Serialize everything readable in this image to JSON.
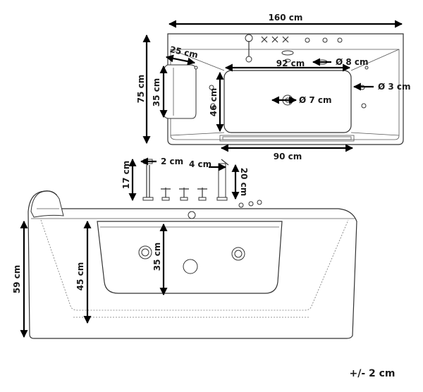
{
  "labels": {
    "top_width": "160 cm",
    "top_depth": "75 cm",
    "pillow_width": "25 cm",
    "pillow_height": "35 cm",
    "basin_length": "92 cm",
    "basin_width": "46 cm",
    "basin_bottom": "90 cm",
    "overflow_diameter": "Ø 8 cm",
    "jet_small_diameter": "Ø 3 cm",
    "drain_diameter": "Ø 7 cm",
    "spout_offset": "2 cm",
    "spout_height": "17 cm",
    "shower_offset": "4 cm",
    "shower_height": "20 cm",
    "tub_height": "59 cm",
    "inner_depth": "45 cm",
    "water_depth": "35 cm",
    "tolerance": "+/- 2 cm"
  },
  "colors": {
    "line": "#333333",
    "arrow": "#000000",
    "text": "#1a1a1a"
  }
}
